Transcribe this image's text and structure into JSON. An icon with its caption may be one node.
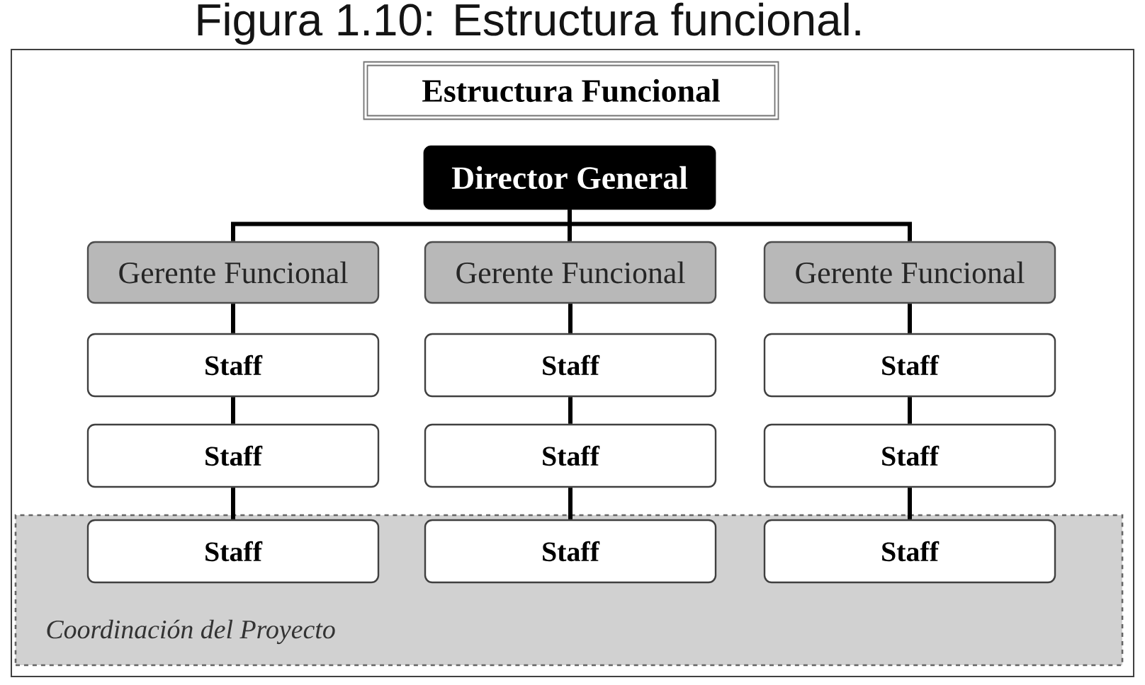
{
  "diagram": {
    "caption": "Figura 1.10: Estructura funcional.",
    "nodes": [
      {
        "text": [
          "Estructura Funcional"
        ]
      },
      {
        "text": [
          "Director General"
        ]
      },
      {
        "text": [
          "Gerente Funcional"
        ]
      },
      {
        "text": [
          "Gerente Funcional"
        ]
      },
      {
        "text": [
          "Gerente Funcional"
        ]
      },
      {
        "text": [
          "Staff"
        ]
      },
      {
        "text": [
          "Staff"
        ]
      },
      {
        "text": [
          "Staff"
        ]
      },
      {
        "text": [
          "Staff"
        ]
      },
      {
        "text": [
          "Staff"
        ]
      },
      {
        "text": [
          "Staff"
        ]
      },
      {
        "text": [
          "Coordinación del Proyecto"
        ]
      },
      {
        "text": [
          "Staff"
        ],
        "in": 11
      },
      {
        "text": [
          "Staff"
        ],
        "in": 11
      },
      {
        "text": [
          "Staff"
        ],
        "in": 11
      }
    ],
    "edges": [
      {
        "from": 1,
        "to": 2,
        "arrow": "none"
      },
      {
        "from": 1,
        "to": 3,
        "arrow": "none"
      },
      {
        "from": 1,
        "to": 4,
        "arrow": "none"
      },
      {
        "from": 2,
        "to": 5,
        "arrow": "none"
      },
      {
        "from": 3,
        "to": 6,
        "arrow": "none"
      },
      {
        "from": 4,
        "to": 7,
        "arrow": "none"
      },
      {
        "from": 5,
        "to": 8,
        "arrow": "none"
      },
      {
        "from": 6,
        "to": 9,
        "arrow": "none"
      },
      {
        "from": 7,
        "to": 10,
        "arrow": "none"
      },
      {
        "from": 8,
        "to": 12,
        "arrow": "none"
      },
      {
        "from": 9,
        "to": 13,
        "arrow": "none"
      },
      {
        "from": 10,
        "to": 14,
        "arrow": "none"
      }
    ]
  }
}
